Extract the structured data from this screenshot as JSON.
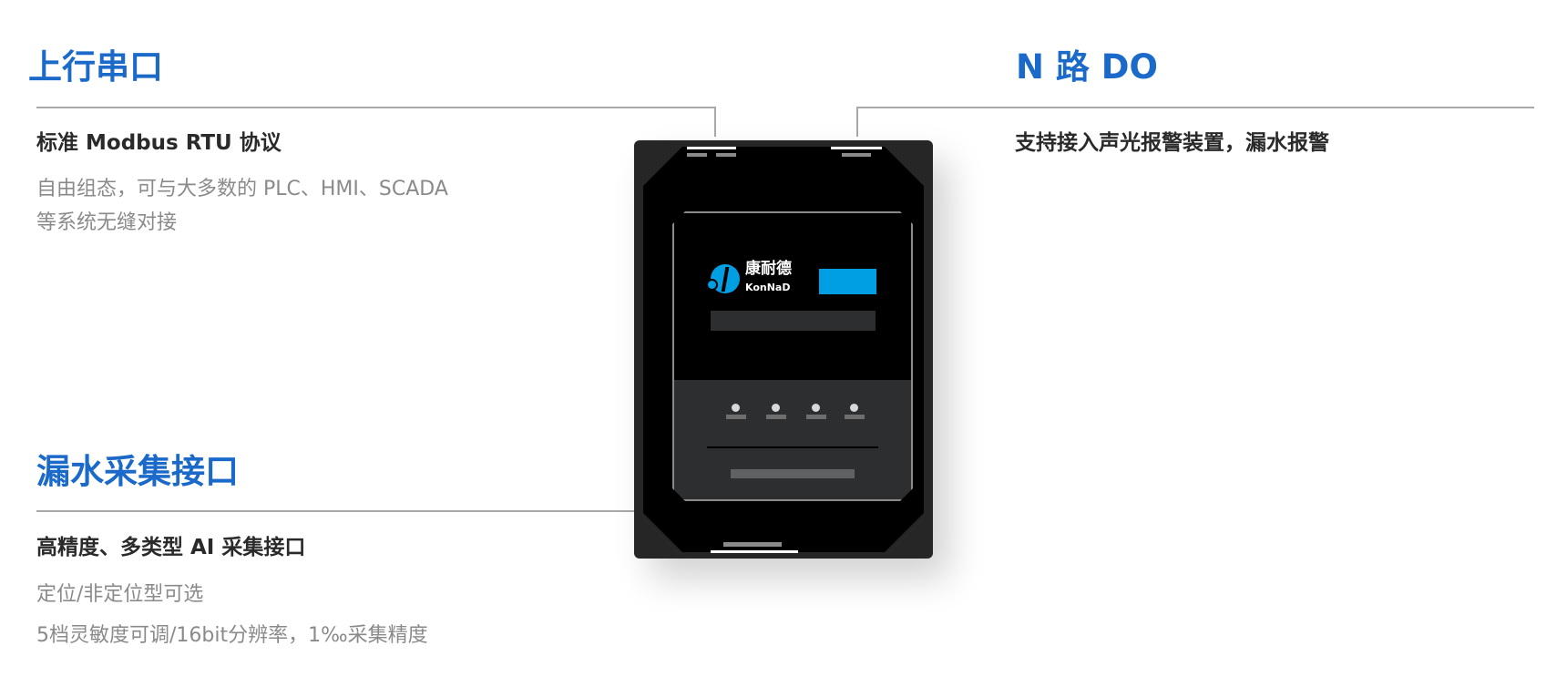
{
  "sections": {
    "uplink": {
      "title": "上行串口",
      "subtitle": "标准 Modbus RTU 协议",
      "lines": [
        "自由组态，可与大多数的 PLC、HMI、SCADA",
        "等系统无缝对接"
      ]
    },
    "do": {
      "title": "N 路 DO",
      "subtitle": "支持接入声光报警装置，漏水报警"
    },
    "leak": {
      "title": "漏水采集接口",
      "subtitle": "高精度、多类型 AI 采集接口",
      "lines": [
        "定位/非定位型可选",
        "5档灵敏度可调/16bit分辨率，1‰采集精度"
      ]
    }
  },
  "device": {
    "brand_cn": "康耐德",
    "brand_en": "KonNaD"
  },
  "colors": {
    "accent": "#1b6ac9",
    "brand_blue": "#009fe3"
  }
}
